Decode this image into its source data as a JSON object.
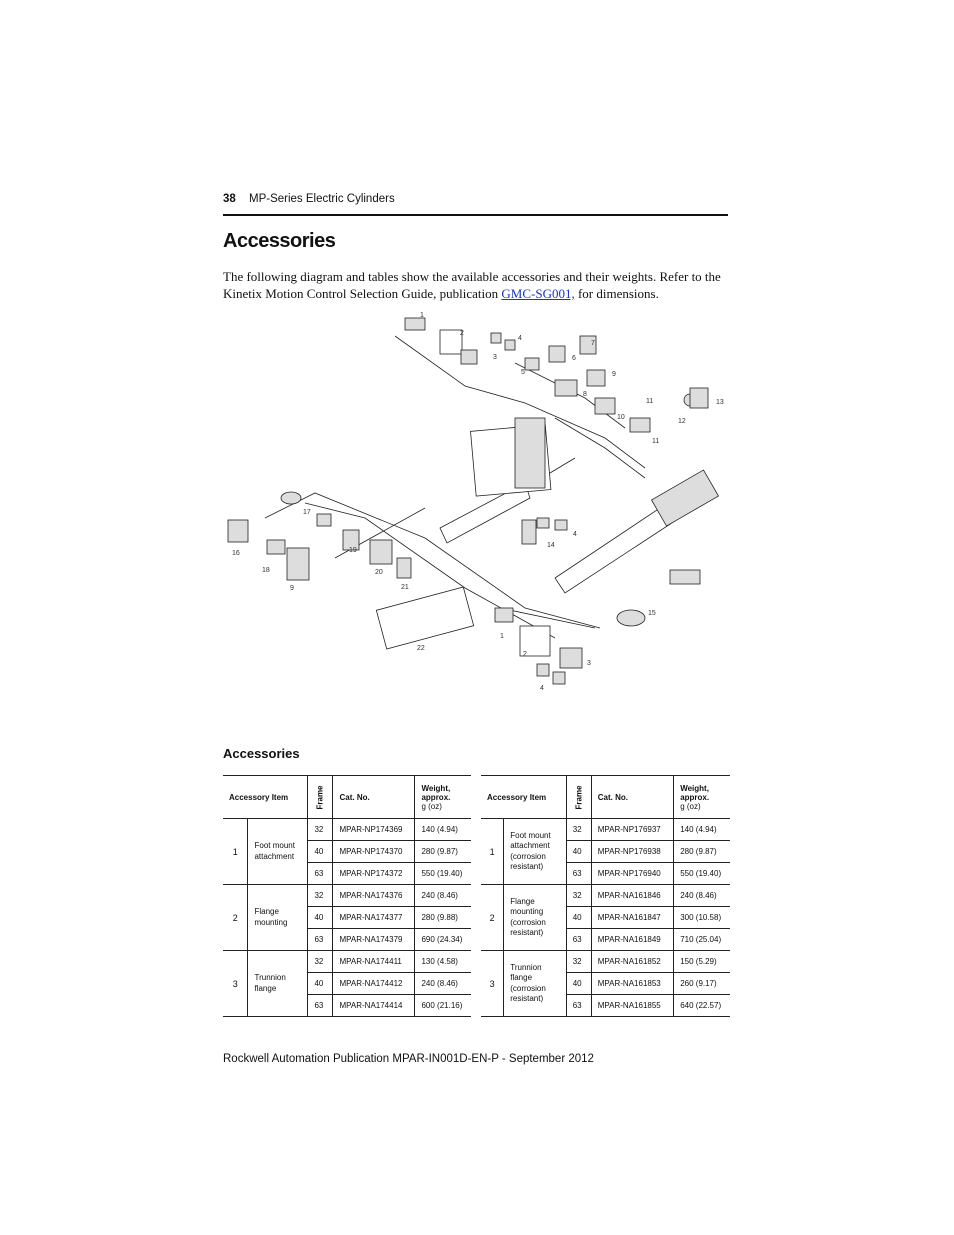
{
  "header": {
    "page_number": "38",
    "running_title": "MP-Series Electric Cylinders"
  },
  "title": "Accessories",
  "intro": {
    "text_before": "The following diagram and tables show the available accessories and their weights. Refer to the Kinetix Motion Control Selection Guide, publication ",
    "link_text": "GMC-SG001,",
    "text_after": " for dimensions."
  },
  "diagram": {
    "callouts": [
      "1",
      "2",
      "3",
      "4",
      "5",
      "6",
      "7",
      "8",
      "9",
      "10",
      "11",
      "11",
      "12",
      "13",
      "14",
      "4",
      "15",
      "16",
      "17",
      "18",
      "19",
      "20",
      "21",
      "9",
      "22",
      "1",
      "2",
      "3",
      "4"
    ]
  },
  "table_title": "Accessories",
  "columns": {
    "item": "Accessory Item",
    "frame": "Frame",
    "cat": "Cat. No.",
    "weight": "Weight, approx.",
    "weight_unit": "g (oz)"
  },
  "table_left": [
    {
      "num": "1",
      "name": "Foot mount attachment",
      "rows": [
        {
          "frame": "32",
          "cat": "MPAR-NP174369",
          "weight": "140 (4.94)"
        },
        {
          "frame": "40",
          "cat": "MPAR-NP174370",
          "weight": "280 (9.87)"
        },
        {
          "frame": "63",
          "cat": "MPAR-NP174372",
          "weight": "550 (19.40)"
        }
      ]
    },
    {
      "num": "2",
      "name": "Flange mounting",
      "rows": [
        {
          "frame": "32",
          "cat": "MPAR-NA174376",
          "weight": "240 (8.46)"
        },
        {
          "frame": "40",
          "cat": "MPAR-NA174377",
          "weight": "280 (9.88)"
        },
        {
          "frame": "63",
          "cat": "MPAR-NA174379",
          "weight": "690 (24.34)"
        }
      ]
    },
    {
      "num": "3",
      "name": "Trunnion flange",
      "rows": [
        {
          "frame": "32",
          "cat": "MPAR-NA174411",
          "weight": "130 (4.58)"
        },
        {
          "frame": "40",
          "cat": "MPAR-NA174412",
          "weight": "240 (8.46)"
        },
        {
          "frame": "63",
          "cat": "MPAR-NA174414",
          "weight": "600 (21.16)"
        }
      ]
    }
  ],
  "table_right": [
    {
      "num": "1",
      "name": "Foot mount attachment (corrosion resistant)",
      "rows": [
        {
          "frame": "32",
          "cat": "MPAR-NP176937",
          "weight": "140 (4.94)"
        },
        {
          "frame": "40",
          "cat": "MPAR-NP176938",
          "weight": "280 (9.87)"
        },
        {
          "frame": "63",
          "cat": "MPAR-NP176940",
          "weight": "550 (19.40)"
        }
      ]
    },
    {
      "num": "2",
      "name": "Flange mounting (corrosion resistant)",
      "rows": [
        {
          "frame": "32",
          "cat": "MPAR-NA161846",
          "weight": "240 (8.46)"
        },
        {
          "frame": "40",
          "cat": "MPAR-NA161847",
          "weight": "300 (10.58)"
        },
        {
          "frame": "63",
          "cat": "MPAR-NA161849",
          "weight": "710 (25.04)"
        }
      ]
    },
    {
      "num": "3",
      "name": "Trunnion flange (corrosion resistant)",
      "rows": [
        {
          "frame": "32",
          "cat": "MPAR-NA161852",
          "weight": "150 (5.29)"
        },
        {
          "frame": "40",
          "cat": "MPAR-NA161853",
          "weight": "260 (9.17)"
        },
        {
          "frame": "63",
          "cat": "MPAR-NA161855",
          "weight": "640 (22.57)"
        }
      ]
    }
  ],
  "footer": "Rockwell Automation Publication MPAR-IN001D-EN-P - September 2012"
}
